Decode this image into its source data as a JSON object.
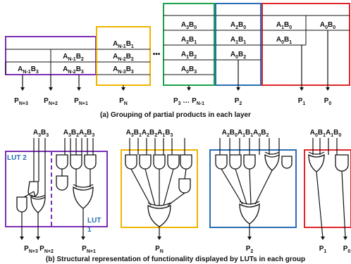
{
  "colors": {
    "purple": "#7a2fb5",
    "orange": "#f0b400",
    "green": "#19a24a",
    "blue": "#2a6db4",
    "red": "#e0262c",
    "lut_text": "#2a6db4"
  },
  "top": {
    "groups": {
      "purple": {
        "rows": [
          [
            "",
            ""
          ],
          [
            "",
            "A<sub>N-1</sub>B<sub>2</sub>"
          ],
          [
            "A<sub>N-1</sub>B<sub>3</sub>",
            "A<sub>N-2</sub>B<sub>3</sub>"
          ]
        ]
      },
      "orange": {
        "rows": [
          "A<sub>N-1</sub>B<sub>1</sub>",
          "A<sub>N-2</sub>B<sub>2</sub>",
          "A<sub>N-3</sub>B<sub>3</sub>"
        ]
      },
      "green": {
        "rows": [
          "A<sub>3</sub>B<sub>0</sub>",
          "A<sub>2</sub>B<sub>1</sub>",
          "A<sub>1</sub>B<sub>2</sub>",
          "A<sub>0</sub>B<sub>3</sub>"
        ]
      },
      "blue": {
        "rows": [
          "A<sub>2</sub>B<sub>0</sub>",
          "A<sub>1</sub>B<sub>1</sub>",
          "A<sub>0</sub>B<sub>2</sub>"
        ]
      },
      "red": {
        "rows": [
          [
            "A<sub>1</sub>B<sub>0</sub>",
            "A<sub>0</sub>B<sub>0</sub>"
          ],
          [
            "A<sub>0</sub>B<sub>1</sub>",
            ""
          ]
        ]
      }
    },
    "ellipsis": "•••",
    "outputs": [
      "P<sub>N+3</sub>",
      "P<sub>N+2</sub>",
      "P<sub>N+1</sub>",
      "P<sub>N</sub>",
      "P<sub>3</sub> … P<sub>N-1</sub>",
      "P<sub>2</sub>",
      "P<sub>1</sub>",
      "P<sub>0</sub>"
    ],
    "caption": "(a) Grouping of partial products in each layer"
  },
  "bottom": {
    "inputs": [
      "A<sub>3</sub>B<sub>3</sub>",
      "A<sub>3</sub>B<sub>2</sub>A<sub>2</sub>B<sub>3</sub>",
      "A<sub>3</sub>B<sub>1</sub>A<sub>2</sub>B<sub>2</sub>A<sub>1</sub>B<sub>3</sub>",
      "A<sub>2</sub>B<sub>0</sub>A<sub>1</sub>B<sub>1</sub>A<sub>0</sub>B<sub>2</sub>",
      "A<sub>0</sub>B<sub>1</sub>A<sub>1</sub>B<sub>0</sub>"
    ],
    "lut2": "LUT 2",
    "lut1": "LUT",
    "lut1_num": "1",
    "outputs": [
      "P<sub>N+3</sub>",
      "P<sub>N+2</sub>",
      "P<sub>N+1</sub>",
      "P<sub>N</sub>",
      "P<sub>2</sub>",
      "P<sub>1</sub>",
      "P<sub>0</sub>"
    ],
    "caption": "(b) Structural representation of functionality displayed by LUTs in each group"
  }
}
